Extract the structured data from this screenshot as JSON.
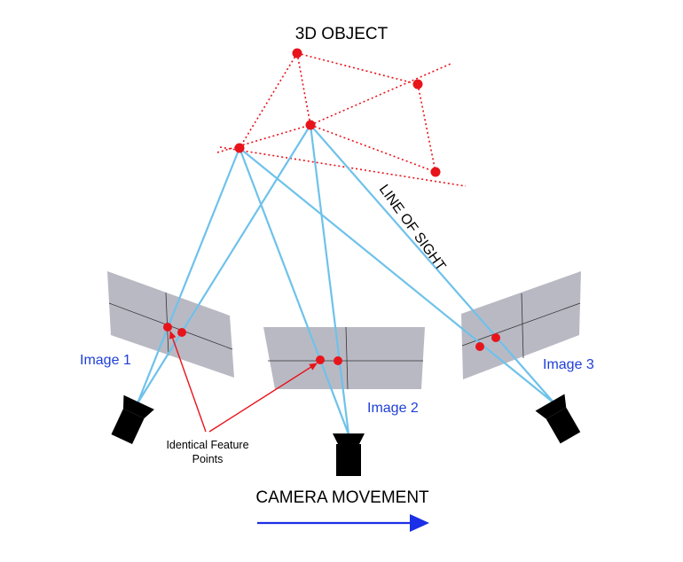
{
  "title": "3D OBJECT",
  "line_of_sight_label": "LINE OF SIGHT",
  "images": [
    {
      "label": "Image 1"
    },
    {
      "label": "Image 2"
    },
    {
      "label": "Image 3"
    }
  ],
  "feature_label_line1": "Identical Feature",
  "feature_label_line2": "Points",
  "camera_movement_label": "CAMERA MOVEMENT",
  "colors": {
    "object": "#e8141b",
    "sight": "#6ec2ea",
    "image_label": "#1f3fd6",
    "plane": "#b9b9c4",
    "arrow": "#1a2fe6",
    "camera": "#000000",
    "pointer": "#e8141b"
  }
}
